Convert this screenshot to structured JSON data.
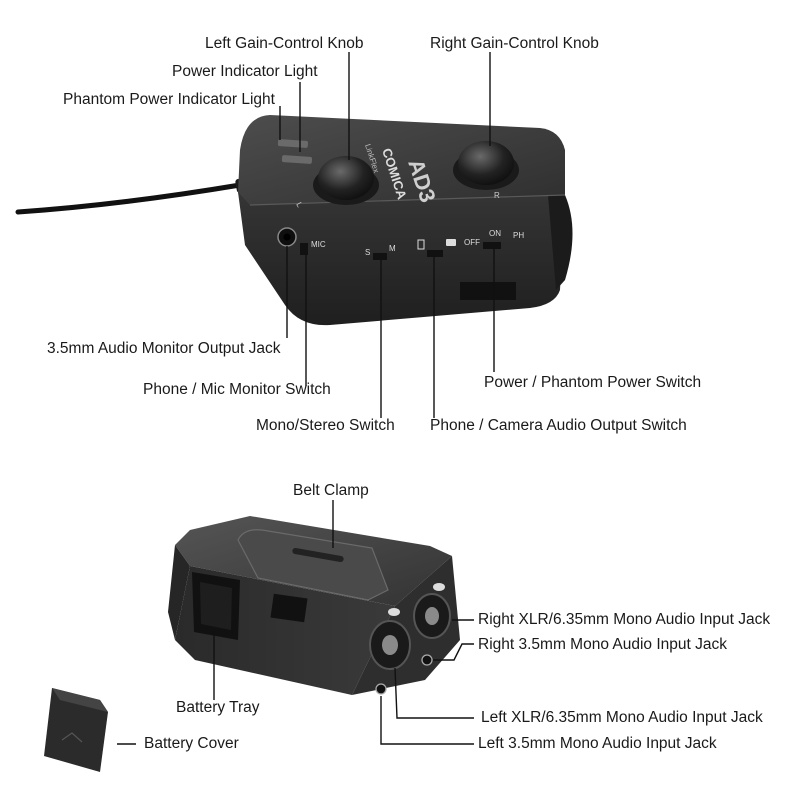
{
  "top_device": {
    "brand": "COMICA",
    "line": "LinkFlex",
    "model": "AD3",
    "markings": {
      "mic": "MIC",
      "s": "S",
      "m": "M",
      "off": "OFF",
      "on": "ON",
      "ph": "PH",
      "l": "L",
      "r": "R"
    }
  },
  "callouts_top": {
    "left_gain_knob": "Left Gain-Control Knob",
    "right_gain_knob": "Right Gain-Control Knob",
    "power_light": "Power Indicator Light",
    "phantom_light": "Phantom Power Indicator Light",
    "monitor_jack": "3.5mm Audio Monitor Output Jack",
    "phone_mic_switch": "Phone / Mic Monitor Switch",
    "mono_stereo_switch": "Mono/Stereo Switch",
    "power_phantom_switch": "Power / Phantom Power Switch",
    "phone_camera_switch": "Phone / Camera Audio Output Switch"
  },
  "callouts_bottom": {
    "belt_clamp": "Belt Clamp",
    "right_xlr": "Right XLR/6.35mm Mono Audio Input Jack",
    "right_35": "Right 3.5mm Mono Audio Input Jack",
    "battery_tray": "Battery Tray",
    "left_xlr": "Left XLR/6.35mm Mono Audio Input Jack",
    "battery_cover": "Battery Cover",
    "left_35": "Left 3.5mm Mono Audio Input Jack"
  },
  "colors": {
    "body_dark": "#2b2b2b",
    "body_mid": "#3a3a3a",
    "body_light": "#4a4a4a",
    "text": "#1a1a1a",
    "leader": "#111111"
  }
}
